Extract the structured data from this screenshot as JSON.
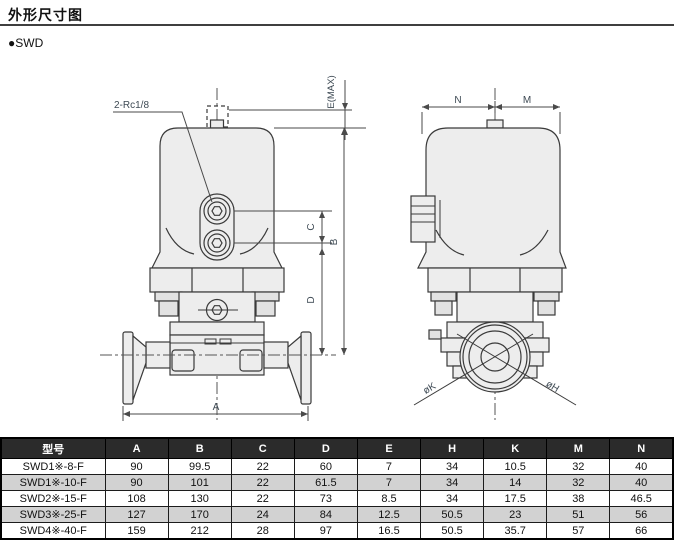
{
  "page": {
    "title": "外形尺寸图",
    "series_bullet": "●SWD"
  },
  "drawing": {
    "front_view": {
      "port_label": "2-Rc1/8",
      "dim_e": "E(MAX)",
      "dim_c": "C",
      "dim_b": "B",
      "dim_d": "D",
      "dim_a": "A"
    },
    "side_view": {
      "dim_n": "N",
      "dim_m": "M",
      "dim_k": "øK",
      "dim_h": "øH"
    }
  },
  "table": {
    "headers": [
      "型号",
      "A",
      "B",
      "C",
      "D",
      "E",
      "H",
      "K",
      "M",
      "N"
    ],
    "rows": [
      {
        "model": "SWD1※-8-F",
        "values": [
          "90",
          "99.5",
          "22",
          "60",
          "7",
          "34",
          "10.5",
          "32",
          "40"
        ]
      },
      {
        "model": "SWD1※-10-F",
        "values": [
          "90",
          "101",
          "22",
          "61.5",
          "7",
          "34",
          "14",
          "32",
          "40"
        ]
      },
      {
        "model": "SWD2※-15-F",
        "values": [
          "108",
          "130",
          "22",
          "73",
          "8.5",
          "34",
          "17.5",
          "38",
          "46.5"
        ]
      },
      {
        "model": "SWD3※-25-F",
        "values": [
          "127",
          "170",
          "24",
          "84",
          "12.5",
          "50.5",
          "23",
          "51",
          "56"
        ]
      },
      {
        "model": "SWD4※-40-F",
        "values": [
          "159",
          "212",
          "28",
          "97",
          "16.5",
          "50.5",
          "35.7",
          "57",
          "66"
        ]
      }
    ]
  },
  "colors": {
    "header_bg": "#2b2b2b",
    "header_text": "#ffffff",
    "row_alt_bg": "#d2d2d2",
    "line": "#3a3a3a",
    "fill_light": "#ededed",
    "dim_text": "#3e4a54"
  }
}
